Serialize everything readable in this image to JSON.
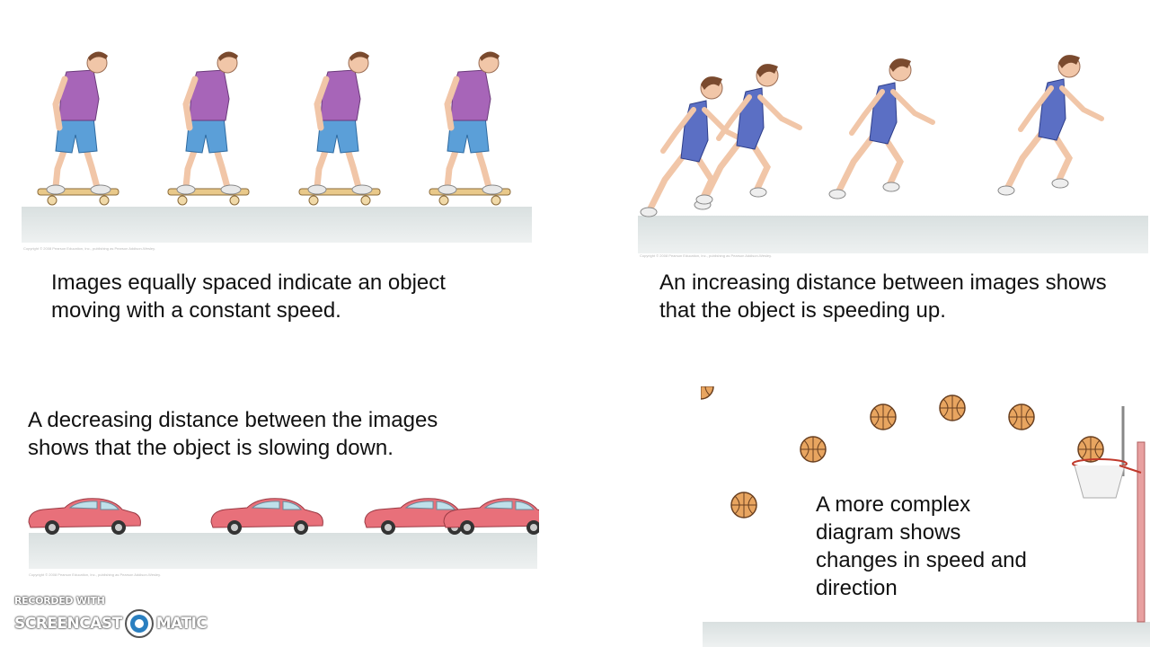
{
  "captions": {
    "constant": "Images equally spaced indicate an object\nmoving with a constant speed.",
    "speeding": "An increasing distance between images shows\nthat the object is speeding up.",
    "slowing": "A decreasing distance between the images\nshows that the object is slowing down.",
    "complex": "A more complex\ndiagram shows\nchanges in speed and\ndirection"
  },
  "copyright": {
    "top_left": "Copyright © 2008 Pearson Education, Inc., publishing as Pearson Addison-Wesley.",
    "top_right": "Copyright © 2008 Pearson Education, Inc., publishing as Pearson Addison-Wesley.",
    "bottom_left": "Copyright © 2008 Pearson Education, Inc., publishing as Pearson Addison-Wesley."
  },
  "watermark": {
    "line1": "RECORDED WITH",
    "brand_left": "SCREENCAST",
    "brand_right": "MATIC"
  },
  "colors": {
    "shirt": "#a765b8",
    "shorts": "#5b9fd8",
    "runner": "#5b6fc4",
    "car": "#e8707a",
    "ball": "#e8a560",
    "ground": "#dfe5e5"
  }
}
